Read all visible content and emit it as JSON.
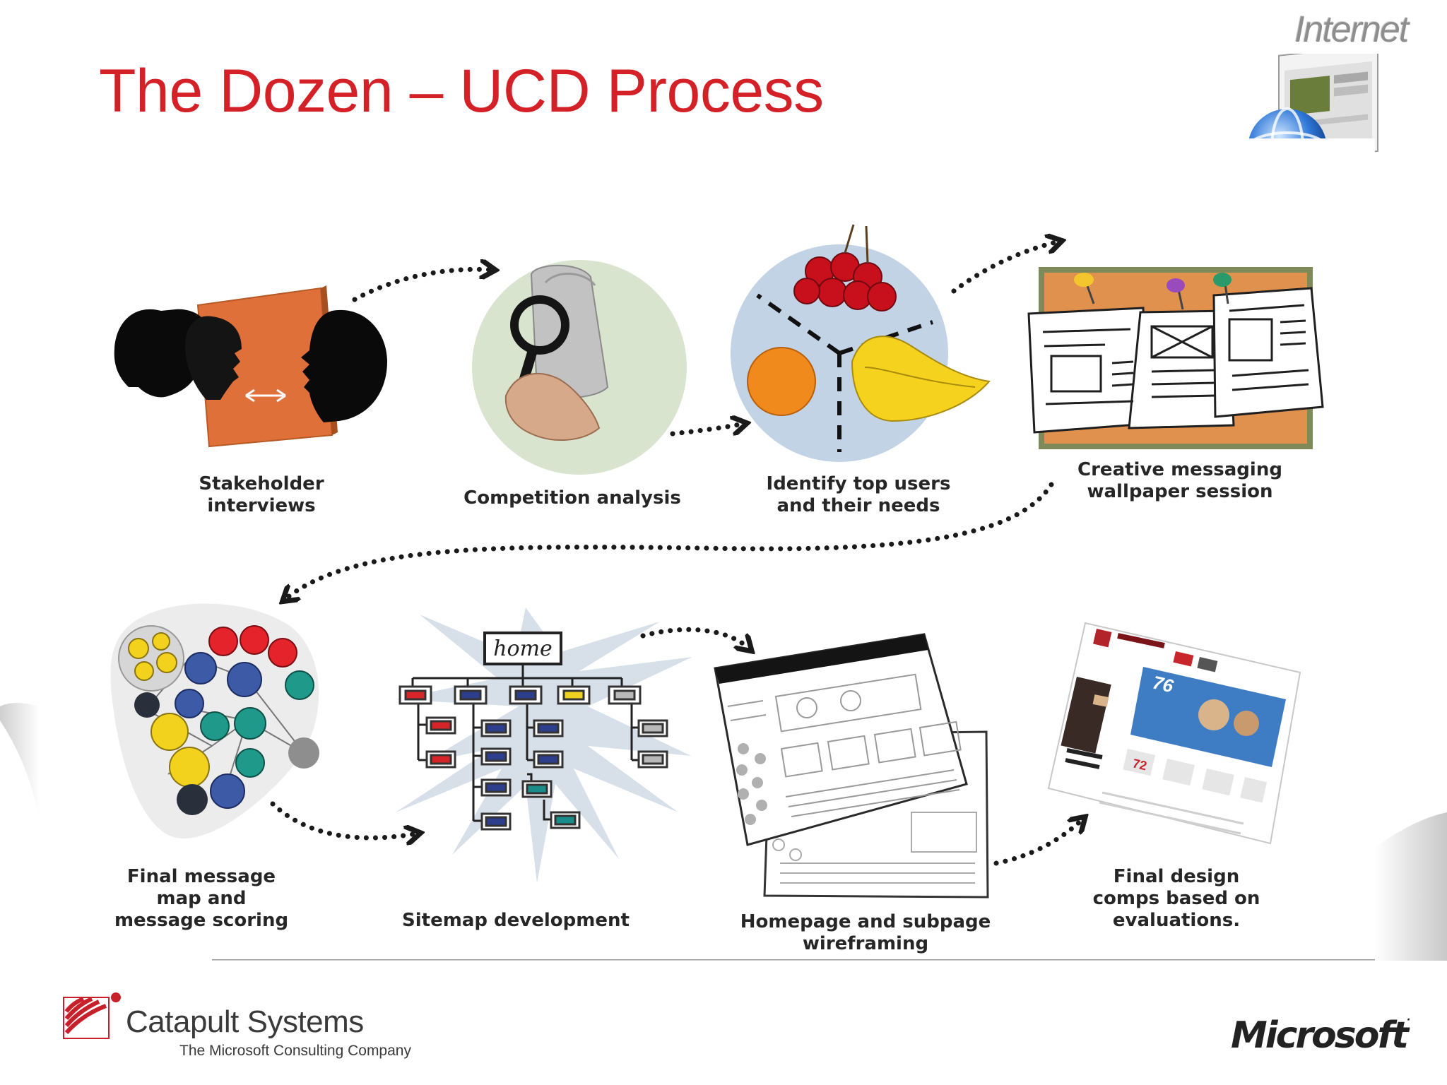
{
  "slide": {
    "title": "The Dozen – UCD Process",
    "corner_label": "Internet"
  },
  "process": {
    "steps": [
      {
        "label": "Stakeholder\ninterviews",
        "icon": "stakeholder-faces-icon"
      },
      {
        "label": "Competition analysis",
        "icon": "magnifier-icon"
      },
      {
        "label": "Identify top users\nand their needs",
        "icon": "fruit-segments-icon"
      },
      {
        "label": "Creative messaging\nwallpaper session",
        "icon": "pinboard-sketches-icon"
      },
      {
        "label": "Final message\nmap and\nmessage scoring",
        "icon": "message-map-icon"
      },
      {
        "label": "Sitemap development",
        "icon": "sitemap-tree-icon"
      },
      {
        "label": "Homepage and subpage\nwireframing",
        "icon": "wireframe-sheets-icon"
      },
      {
        "label": "Final design\ncomps based on\nevaluations.",
        "icon": "design-comp-icon"
      }
    ],
    "sitemap_root_label": "home"
  },
  "footer": {
    "company": "Catapult Systems",
    "tagline": "The Microsoft Consulting Company",
    "partner": "Microsoft"
  },
  "colors": {
    "title": "#d42027",
    "label": "#262626",
    "arrow": "#1a1a1a",
    "corkboard": "#e8783a"
  }
}
